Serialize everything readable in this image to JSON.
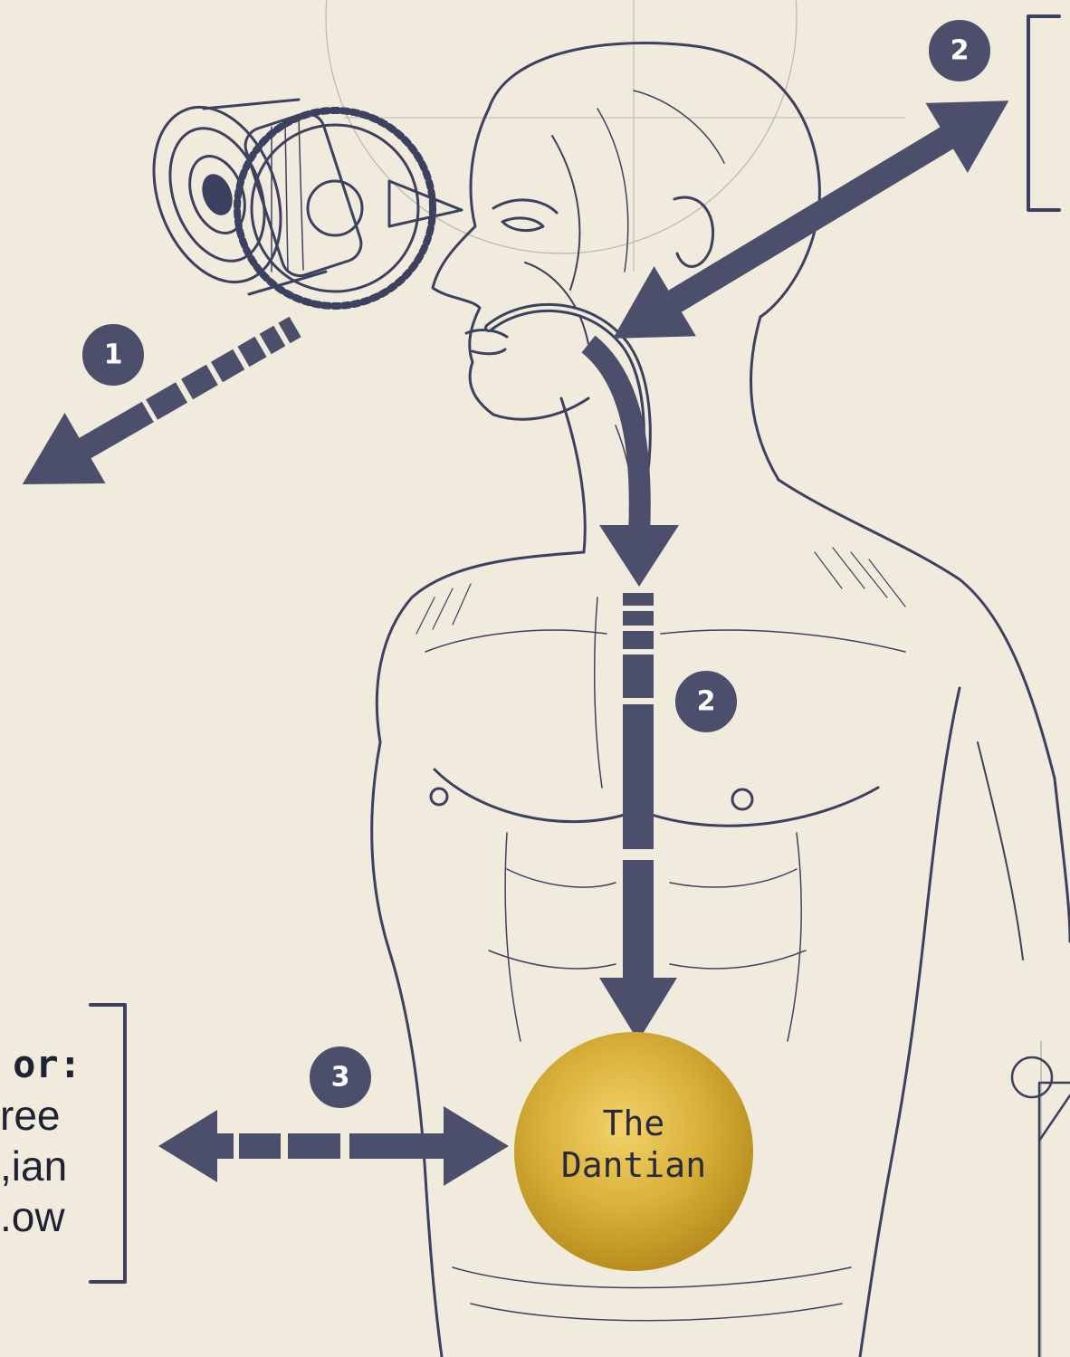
{
  "dantian": {
    "label_line1": "The",
    "label_line2": "Dantian",
    "color": "#d9b13a"
  },
  "badges": [
    {
      "id": "1",
      "label": "1"
    },
    {
      "id": "2a",
      "label": "2"
    },
    {
      "id": "2b",
      "label": "2"
    },
    {
      "id": "3",
      "label": "3"
    }
  ],
  "note": {
    "heading": "or:",
    "lines": [
      "ree",
      "ian,",
      "ow."
    ]
  },
  "colors": {
    "ink": "#3c4160",
    "arrow": "#4b4f6b",
    "paper": "#f0ebdc"
  },
  "icons": [
    "camera-lens-icon",
    "gear-icon"
  ]
}
